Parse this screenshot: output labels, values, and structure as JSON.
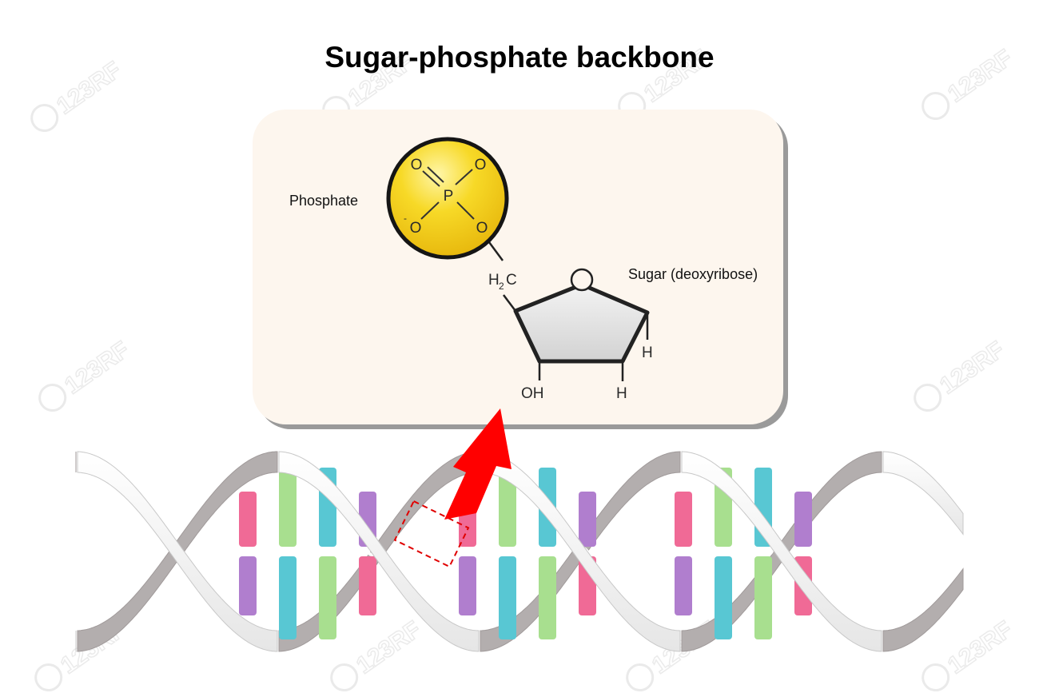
{
  "title": "Sugar-phosphate backbone",
  "labels": {
    "phosphate": "Phosphate",
    "sugar": "Sugar (deoxyribose)"
  },
  "atoms": {
    "phosphorus": "P",
    "oxygen": "O",
    "charge": "-",
    "carbon": "C",
    "hydrogen": "H",
    "subscript_two": "2",
    "hydroxyl": "OH"
  },
  "watermark": "123RF",
  "colors": {
    "panel": "#fdf6ee",
    "phosphate": "#f5d21e",
    "sugar": "#dedede",
    "arrow": "#ff0000",
    "base_pink": "#f06a96",
    "base_green": "#a8df8f",
    "base_cyan": "#58c7d3",
    "base_purple": "#b07ece"
  }
}
